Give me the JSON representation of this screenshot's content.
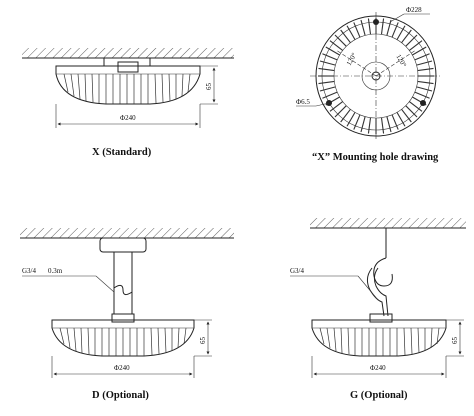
{
  "panels": {
    "x_standard": {
      "caption": "X (Standard)",
      "dim_width": "Φ240",
      "dim_height": "65"
    },
    "x_mounting": {
      "caption": "“X” Mounting hole drawing",
      "dim_outer": "Φ228",
      "dim_hole": "Φ6.5",
      "dim_angle_left": "120°",
      "dim_angle_right": "120°"
    },
    "d_optional": {
      "caption": "D (Optional)",
      "thread_label": "G3/4",
      "cable_label": "0.3m",
      "dim_width": "Φ240",
      "dim_height": "65"
    },
    "g_optional": {
      "caption": "G (Optional)",
      "thread_label": "G3/4",
      "dim_width": "Φ240",
      "dim_height": "65"
    }
  }
}
